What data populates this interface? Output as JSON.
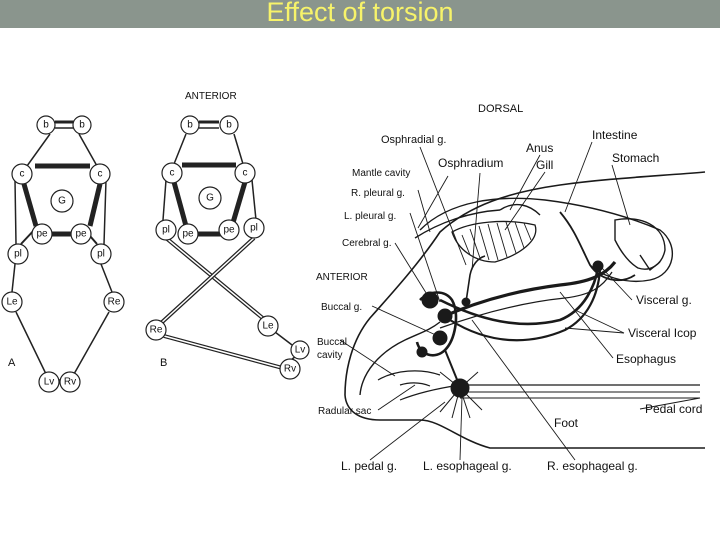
{
  "slide": {
    "title": "Effect of torsion",
    "title_color": "#f7f36a",
    "bar_color": "#8a958d"
  },
  "diagram_a": {
    "panel_label": "A",
    "nodes": {
      "b": "b",
      "c": "c",
      "G": "G",
      "pe": "pe",
      "pl": "pl",
      "Le": "Le",
      "Re": "Re",
      "Lv": "Lv",
      "Rv": "Rv"
    }
  },
  "diagram_b": {
    "panel_label": "B",
    "orientation": "ANTERIOR",
    "nodes": {
      "b": "b",
      "c": "c",
      "G": "G",
      "pe": "pe",
      "pl": "pl",
      "Le": "Le",
      "Re": "Re",
      "Lv": "Lv",
      "Rv": "Rv"
    }
  },
  "anatomy": {
    "dorsal": "DORSAL",
    "anterior": "ANTERIOR",
    "labels": {
      "osphradial_g": "Osphradial g.",
      "anus": "Anus",
      "intestine": "Intestine",
      "osphradium": "Osphradium",
      "gill": "Gill",
      "stomach": "Stomach",
      "mantle_cavity": "Mantle cavity",
      "r_pleural_g": "R. pleural g.",
      "l_pleural_g": "L. pleural g.",
      "cerebral_g": "Cerebral g.",
      "buccal_g": "Buccal g.",
      "buccal_cavity_1": "Buccal",
      "buccal_cavity_2": "cavity",
      "visceral_g": "Visceral g.",
      "visceral_loop": "Visceral Icop",
      "esophagus": "Esophagus",
      "radular_sac": "Radular sac",
      "foot": "Foot",
      "pedal_cord": "Pedal cord",
      "l_pedal_g": "L. pedal g.",
      "l_esophageal_g": "L. esophageal g.",
      "r_esophageal_g": "R. esophageal g."
    }
  }
}
